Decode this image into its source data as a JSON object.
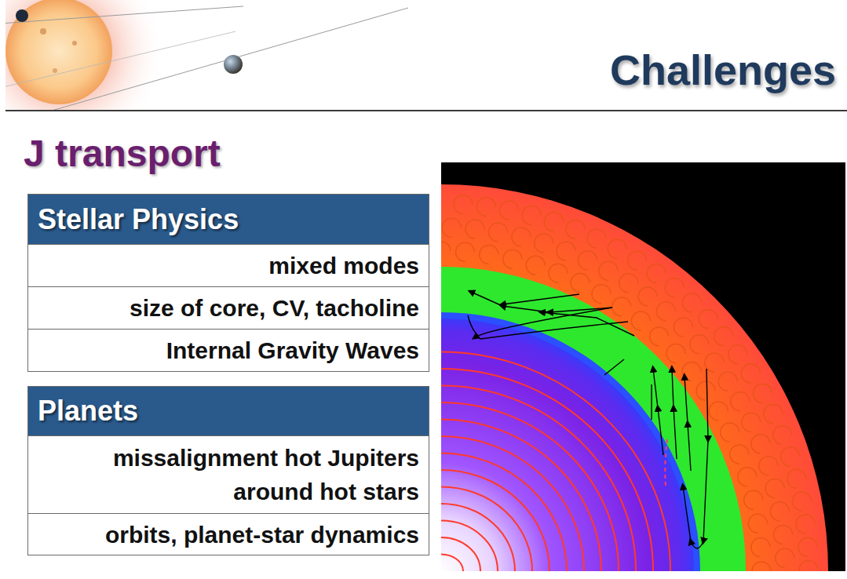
{
  "diagram": {
    "title": "Challenges",
    "nodes": [
      {
        "text": [
          "Stellar Physics"
        ]
      },
      {
        "text": [
          "mixed modes"
        ],
        "in": 0
      },
      {
        "text": [
          "size of core, CV, tacholine"
        ],
        "in": 0
      },
      {
        "text": [
          "Internal Gravity Waves"
        ],
        "in": 0
      },
      {
        "text": [
          "Planets"
        ]
      },
      {
        "text": [
          "missalignment hot Jupiters around hot stars"
        ],
        "in": 4
      },
      {
        "text": [
          "orbits, planet-star dynamics"
        ],
        "in": 4
      }
    ],
    "labels": [
      "J transport"
    ]
  }
}
